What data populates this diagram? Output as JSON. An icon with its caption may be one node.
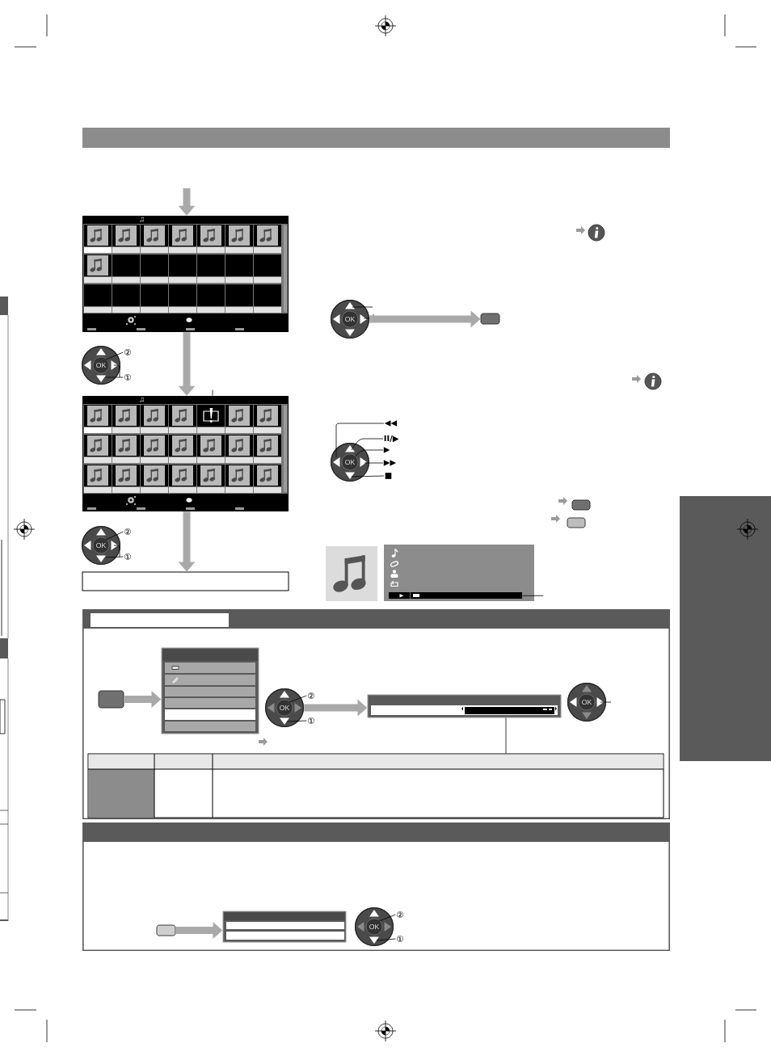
{
  "diagram": {
    "nodes": [
      {
        "text": [],
        "shape": "screen"
      },
      {
        "text": [
          "OK"
        ]
      },
      {
        "text": [
          "②"
        ]
      },
      {
        "text": [
          "①"
        ]
      },
      {
        "text": [],
        "shape": "screen"
      },
      {
        "text": [
          "OK"
        ]
      },
      {
        "text": [
          "②"
        ]
      },
      {
        "text": [
          "①"
        ]
      },
      {
        "text": [],
        "shape": "box"
      },
      {
        "text": [
          "OK"
        ]
      },
      {
        "text": [],
        "shape": "button"
      },
      {
        "text": [
          "OK"
        ]
      },
      {
        "text": [
          "◀◀"
        ]
      },
      {
        "text": [
          "II/▶"
        ]
      },
      {
        "text": [
          "▶"
        ]
      },
      {
        "text": [
          "▶▶"
        ]
      },
      {
        "text": [
          "■"
        ]
      },
      {
        "text": [],
        "shape": "box"
      },
      {
        "text": [],
        "shape": "button"
      },
      {
        "text": [],
        "shape": "menu"
      },
      {
        "text": [
          "OK"
        ]
      },
      {
        "text": [
          "②"
        ]
      },
      {
        "text": [
          "①"
        ]
      },
      {
        "text": [],
        "shape": "bar"
      },
      {
        "text": [
          "OK"
        ]
      },
      {
        "text": [],
        "shape": "table"
      },
      {
        "text": [],
        "shape": "button"
      },
      {
        "text": [],
        "shape": "menu"
      },
      {
        "text": [
          "OK"
        ]
      },
      {
        "text": [
          "②"
        ]
      },
      {
        "text": [
          "①"
        ]
      }
    ],
    "edges": [
      {
        "from": null,
        "to": 0,
        "arrow": "to",
        "style": "thick",
        "color": "#a9a9a9"
      },
      {
        "from": 0,
        "to": 4,
        "arrow": "to",
        "style": "thick",
        "color": "#a9a9a9"
      },
      {
        "from": 4,
        "to": 8,
        "arrow": "to",
        "style": "thick",
        "color": "#a9a9a9"
      },
      {
        "from": 2,
        "to": 1,
        "arrow": "none"
      },
      {
        "from": 3,
        "to": 1,
        "arrow": "none"
      },
      {
        "from": 4,
        "to": null,
        "arrow": "none"
      },
      {
        "from": 6,
        "to": 5,
        "arrow": "none"
      },
      {
        "from": 7,
        "to": 5,
        "arrow": "none"
      },
      {
        "from": 9,
        "to": null,
        "arrow": "none"
      },
      {
        "from": 9,
        "to": null,
        "arrow": "none"
      },
      {
        "from": 9,
        "to": 10,
        "arrow": "to",
        "style": "thick",
        "color": "#a9a9a9"
      },
      {
        "from": 12,
        "to": 11,
        "arrow": "none"
      },
      {
        "from": 13,
        "to": 11,
        "arrow": "none"
      },
      {
        "from": 14,
        "to": 11,
        "arrow": "none"
      },
      {
        "from": 15,
        "to": 11,
        "arrow": "none"
      },
      {
        "from": 16,
        "to": 11,
        "arrow": "none"
      },
      {
        "from": 17,
        "to": null,
        "arrow": "none"
      },
      {
        "from": 18,
        "to": 19,
        "arrow": "to",
        "style": "thick",
        "color": "#a9a9a9"
      },
      {
        "from": 21,
        "to": 20,
        "arrow": "none"
      },
      {
        "from": 22,
        "to": 20,
        "arrow": "none"
      },
      {
        "from": 20,
        "to": 23,
        "arrow": "to",
        "style": "thick",
        "color": "#a9a9a9"
      },
      {
        "from": 23,
        "to": 25,
        "arrow": "none"
      },
      {
        "from": 24,
        "to": null,
        "arrow": "none"
      },
      {
        "from": 26,
        "to": 27,
        "arrow": "to",
        "style": "thick",
        "color": "#a9a9a9"
      },
      {
        "from": 29,
        "to": 28,
        "arrow": "none"
      },
      {
        "from": 30,
        "to": 28,
        "arrow": "none"
      }
    ]
  }
}
